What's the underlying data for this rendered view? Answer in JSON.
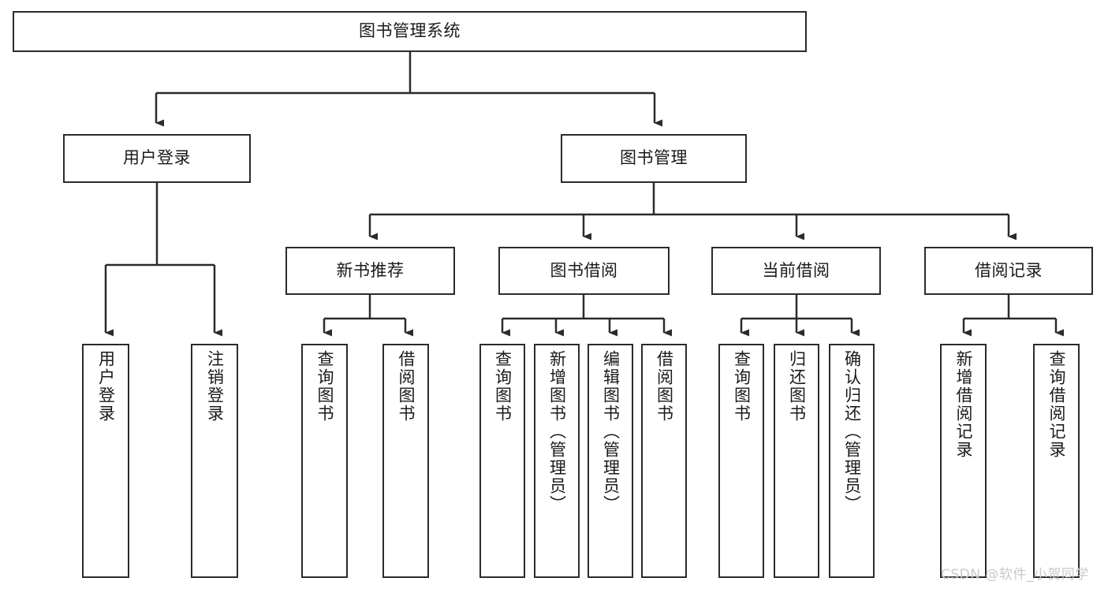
{
  "diagram": {
    "title": "图书管理系统",
    "type": "tree-hierarchy-chart",
    "orientation": "top-down",
    "style": {
      "box_border_color": "#2b2b2b",
      "box_fill_color": "#ffffff",
      "connector_color": "#2b2b2b",
      "background_color": "#ffffff",
      "text_color": "#1a1a1a"
    },
    "root": {
      "id": "root",
      "label": "图书管理系统",
      "text_direction": "horizontal"
    },
    "level2": [
      {
        "id": "user-login",
        "label": "用户登录",
        "text_direction": "horizontal"
      },
      {
        "id": "book-manage",
        "label": "图书管理",
        "text_direction": "horizontal"
      }
    ],
    "level3": [
      {
        "id": "new-book-recommend",
        "label": "新书推荐",
        "parent": "book-manage",
        "text_direction": "horizontal"
      },
      {
        "id": "book-borrow",
        "label": "图书借阅",
        "parent": "book-manage",
        "text_direction": "horizontal"
      },
      {
        "id": "current-borrow",
        "label": "当前借阅",
        "parent": "book-manage",
        "text_direction": "horizontal"
      },
      {
        "id": "borrow-record",
        "label": "借阅记录",
        "parent": "book-manage",
        "text_direction": "horizontal"
      }
    ],
    "leaves": [
      {
        "id": "leaf-user-login",
        "label": "用户登录",
        "parent": "user-login",
        "text_direction": "vertical"
      },
      {
        "id": "leaf-logout-login",
        "label": "注销登录",
        "parent": "user-login",
        "text_direction": "vertical"
      },
      {
        "id": "leaf-query-book-1",
        "label": "查询图书",
        "parent": "new-book-recommend",
        "text_direction": "vertical"
      },
      {
        "id": "leaf-borrow-book-1",
        "label": "借阅图书",
        "parent": "new-book-recommend",
        "text_direction": "vertical"
      },
      {
        "id": "leaf-query-book-2",
        "label": "查询图书",
        "parent": "book-borrow",
        "text_direction": "vertical"
      },
      {
        "id": "leaf-add-book",
        "label": "新增图书（管理员）",
        "parent": "book-borrow",
        "text_direction": "vertical"
      },
      {
        "id": "leaf-edit-book",
        "label": "编辑图书（管理员）",
        "parent": "book-borrow",
        "text_direction": "vertical"
      },
      {
        "id": "leaf-borrow-book-2",
        "label": "借阅图书",
        "parent": "book-borrow",
        "text_direction": "vertical"
      },
      {
        "id": "leaf-query-book-3",
        "label": "查询图书",
        "parent": "current-borrow",
        "text_direction": "vertical"
      },
      {
        "id": "leaf-return-book",
        "label": "归还图书",
        "parent": "current-borrow",
        "text_direction": "vertical"
      },
      {
        "id": "leaf-confirm-return",
        "label": "确认归还（管理员）",
        "parent": "current-borrow",
        "text_direction": "vertical"
      },
      {
        "id": "leaf-add-record",
        "label": "新增借阅记录",
        "parent": "borrow-record",
        "text_direction": "vertical"
      },
      {
        "id": "leaf-query-record",
        "label": "查询借阅记录",
        "parent": "borrow-record",
        "text_direction": "vertical"
      }
    ],
    "watermark": "CSDN @软件_小贺同学"
  }
}
